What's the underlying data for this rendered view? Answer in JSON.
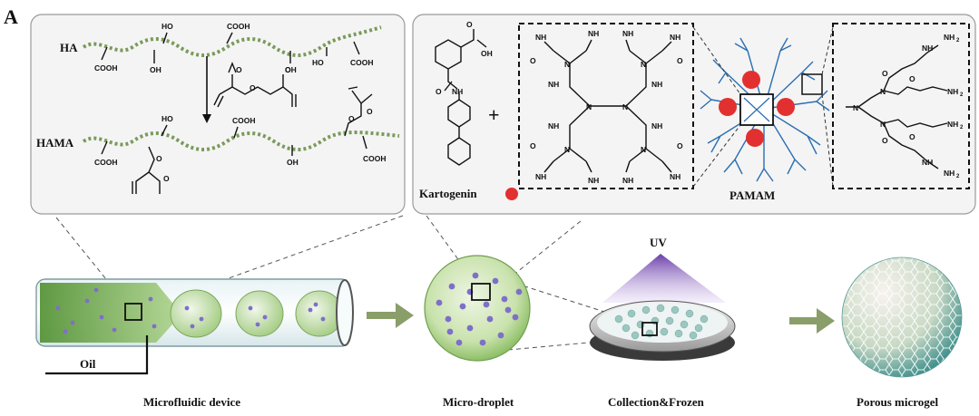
{
  "panel": {
    "letter": "A"
  },
  "top_left": {
    "ha_label": "HA",
    "hama_label": "HAMA",
    "groups": {
      "oh": "HO",
      "oh2": "OH",
      "cooh": "COOH",
      "o": "O"
    }
  },
  "top_right": {
    "kartogenin_label": "Kartogenin",
    "pamam_label": "PAMAM",
    "plus": "+",
    "chem": {
      "nh": "NH",
      "nh2": "NH",
      "n": "N",
      "o": "O",
      "oh": "OH",
      "h": "H",
      "h2": "2"
    }
  },
  "bottom": {
    "uv_label": "UV",
    "oil_label": "Oil",
    "captions": [
      "Microfluidic device",
      "Micro-droplet",
      "Collection&Frozen",
      "Porous microgel"
    ]
  },
  "colors": {
    "chain_green": "#7a9a5a",
    "tube_green": "#5d9a3c",
    "droplet_purple": "#7e6fc9",
    "kartogenin_red": "#e23030",
    "pamam_blue": "#2b6fb2",
    "uv_purple": "#7b4fb8",
    "arrow_green": "#8a9e6a",
    "panel_bg": "#f4f4f4"
  }
}
